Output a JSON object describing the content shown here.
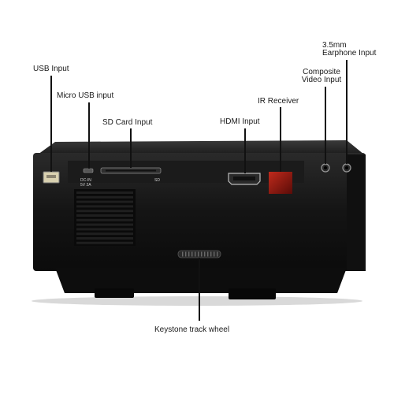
{
  "labels": {
    "usb_input": "USB Input",
    "micro_usb_input": "Micro USB input",
    "sd_card_input": "SD Card Input",
    "hdmi_input": "HDMI Input",
    "ir_receiver": "IR Receiver",
    "composite_line1": "Composite",
    "composite_line2": "Video Input",
    "earphone_line1": "3.5mm",
    "earphone_line2": "Earphone Input",
    "keystone": "Keystone track wheel"
  },
  "device_markings": {
    "dc_in": "DC-IN",
    "dc_rating": "5V 2A",
    "sd": "SD"
  },
  "colors": {
    "body": "#161616",
    "ir_window": "#9a1e14",
    "leader": "#111111"
  }
}
